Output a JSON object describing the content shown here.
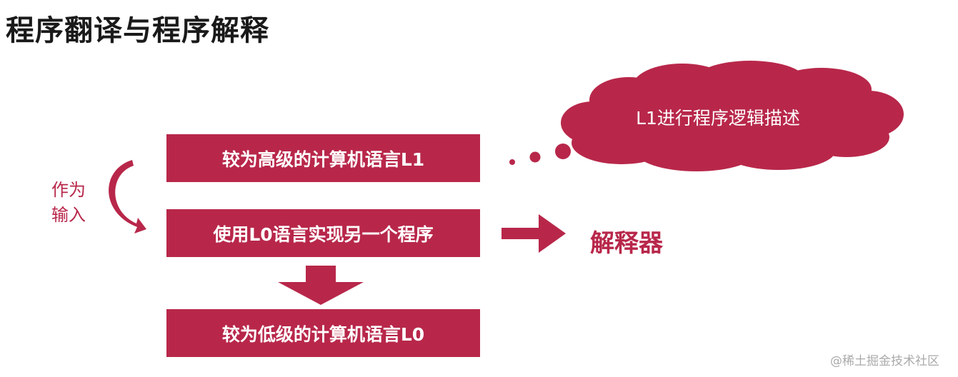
{
  "title": "程序翻译与程序解释",
  "boxes": {
    "high_level": "较为高级的计算机语言L1",
    "implement": "使用L0语言实现另一个程序",
    "low_level": "较为低级的计算机语言L0"
  },
  "side_label": {
    "line1": "作为",
    "line2": "输入"
  },
  "interpreter": "解释器",
  "cloud": "L1进行程序逻辑描述",
  "watermark": "@稀土掘金技术社区",
  "colors": {
    "accent": "#b8274a",
    "text_dark": "#1a1a1a",
    "watermark": "#aaaaaa",
    "background": "#ffffff"
  }
}
